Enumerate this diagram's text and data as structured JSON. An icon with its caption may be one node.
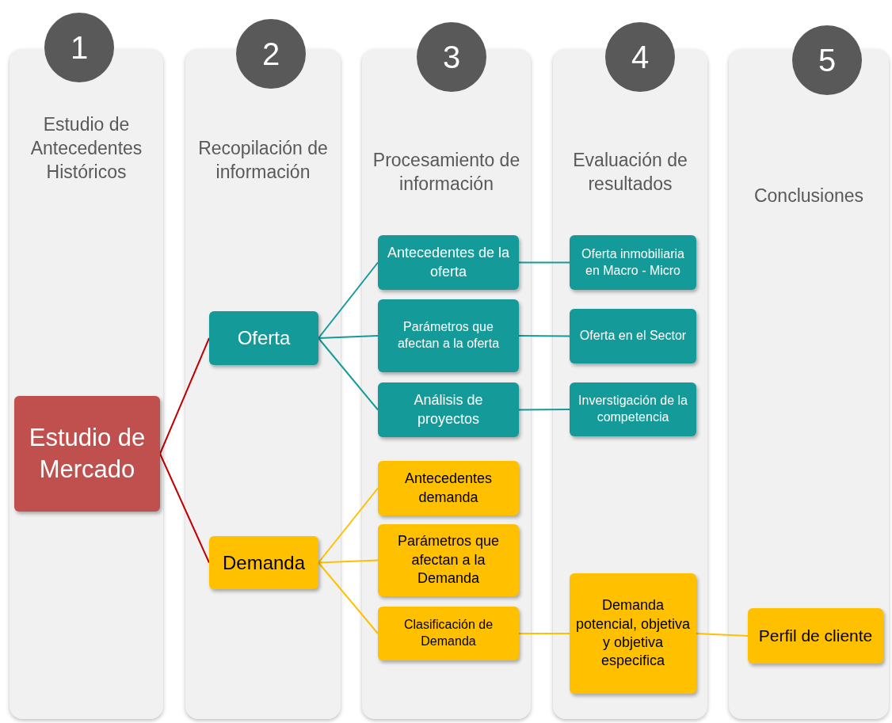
{
  "diagram": {
    "nodes": [
      {
        "text": [
          "1"
        ]
      },
      {
        "text": [
          "Estudio de Antecedentes Históricos"
        ]
      },
      {
        "text": [
          "2"
        ]
      },
      {
        "text": [
          "Recopilación de información"
        ]
      },
      {
        "text": [
          "3"
        ]
      },
      {
        "text": [
          "Procesamiento de información"
        ]
      },
      {
        "text": [
          "4"
        ]
      },
      {
        "text": [
          "Evaluación de resultados"
        ]
      },
      {
        "text": [
          "5"
        ]
      },
      {
        "text": [
          "Conclusiones"
        ]
      },
      {
        "text": [
          "Estudio de Mercado"
        ],
        "in": 1
      },
      {
        "text": [
          "Oferta"
        ],
        "in": 3
      },
      {
        "text": [
          "Demanda"
        ],
        "in": 3
      },
      {
        "text": [
          "Antecedentes de la oferta"
        ],
        "in": 5
      },
      {
        "text": [
          "Parámetros que afectan a la oferta"
        ],
        "in": 5
      },
      {
        "text": [
          "Análisis de proyectos"
        ],
        "in": 5
      },
      {
        "text": [
          "Antecedentes demanda"
        ],
        "in": 5
      },
      {
        "text": [
          "Parámetros que afectan a la Demanda"
        ],
        "in": 5
      },
      {
        "text": [
          "Clasificación de Demanda"
        ],
        "in": 5
      },
      {
        "text": [
          "Oferta inmobiliaria en Macro - Micro"
        ],
        "in": 7
      },
      {
        "text": [
          "Oferta en el Sector"
        ],
        "in": 7
      },
      {
        "text": [
          "Inverstigación de la competencia"
        ],
        "in": 7
      },
      {
        "text": [
          "Demanda potencial, objetiva y objetiva especifica"
        ],
        "in": 7
      },
      {
        "text": [
          "Perfil de cliente"
        ],
        "in": 9
      }
    ],
    "edges": [
      {
        "from": 10,
        "to": 11,
        "arrow": "none",
        "color": "#c00000"
      },
      {
        "from": 10,
        "to": 12,
        "arrow": "none",
        "color": "#c00000"
      },
      {
        "from": 11,
        "to": 13,
        "arrow": "none"
      },
      {
        "from": 11,
        "to": 14,
        "arrow": "none"
      },
      {
        "from": 11,
        "to": 15,
        "arrow": "none"
      },
      {
        "from": 12,
        "to": 16,
        "arrow": "none",
        "color": "#ffc000"
      },
      {
        "from": 12,
        "to": 17,
        "arrow": "none",
        "color": "#ffc000"
      },
      {
        "from": 12,
        "to": 18,
        "arrow": "none",
        "color": "#ffc000"
      },
      {
        "from": 13,
        "to": 19,
        "arrow": "none"
      },
      {
        "from": 14,
        "to": 20,
        "arrow": "none"
      },
      {
        "from": 15,
        "to": 21,
        "arrow": "none"
      },
      {
        "from": 18,
        "to": 22,
        "arrow": "none",
        "color": "#ffc000"
      },
      {
        "from": 22,
        "to": 23,
        "arrow": "none",
        "color": "#ffc000"
      }
    ]
  }
}
